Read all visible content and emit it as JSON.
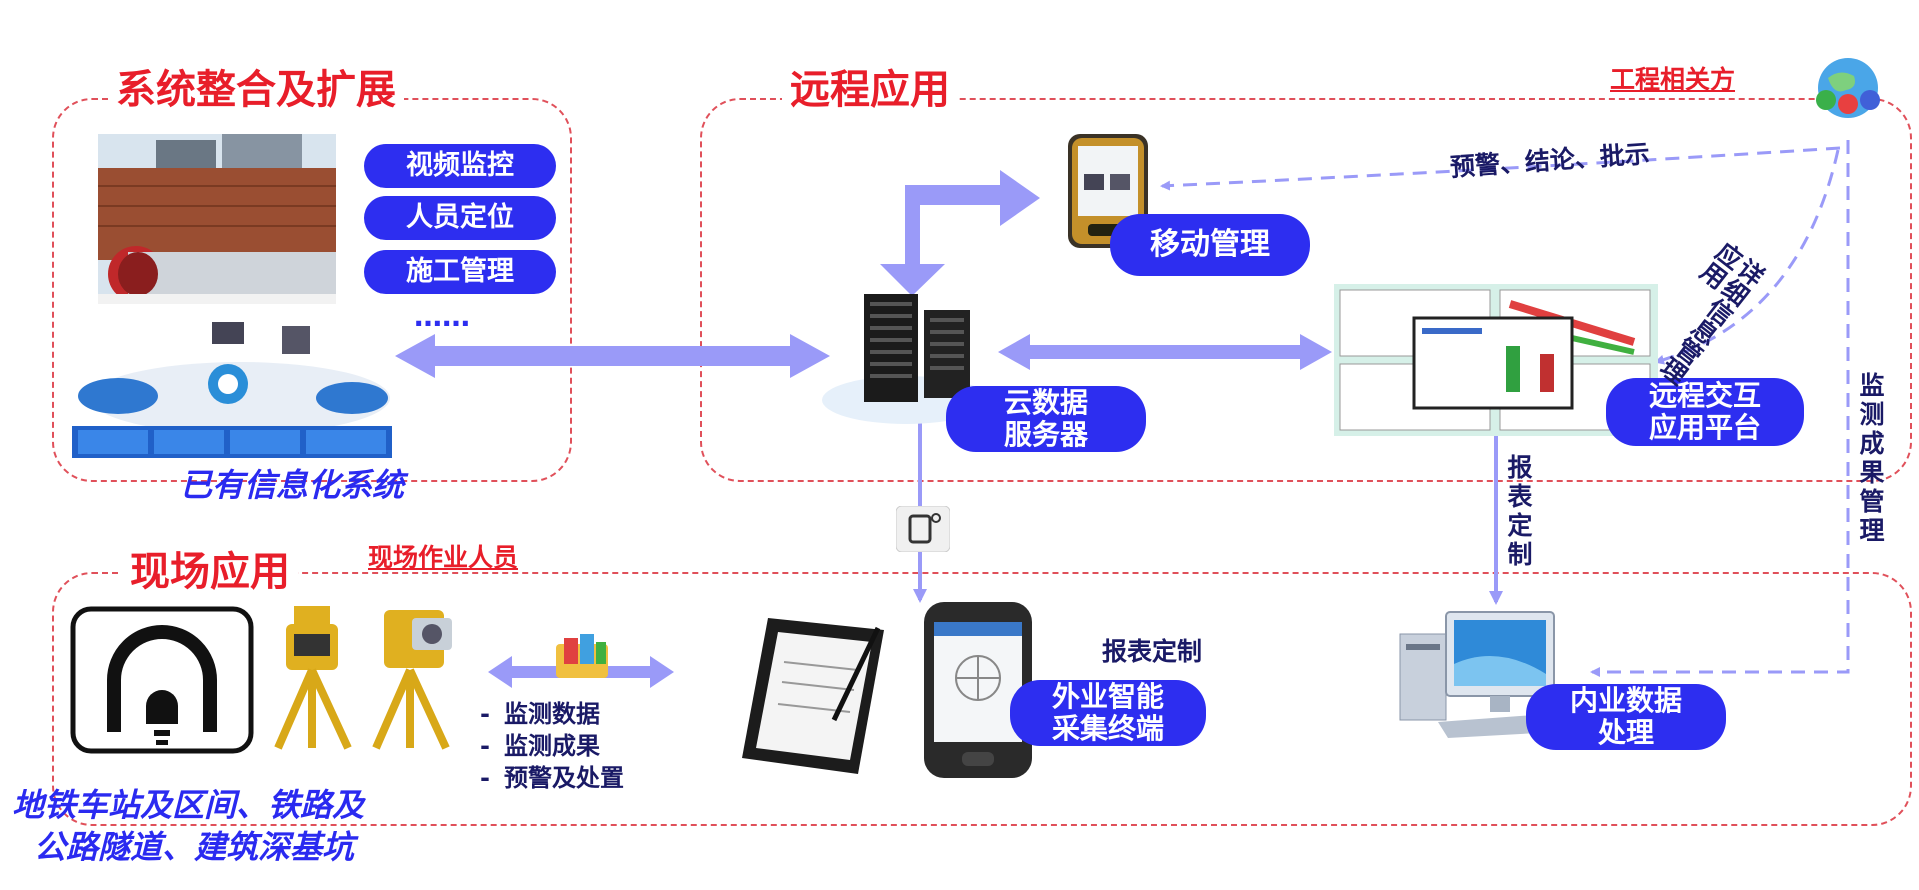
{
  "sections": {
    "integration": "系统整合及扩展",
    "remote": "远程应用",
    "field": "现场应用"
  },
  "labels": {
    "stakeholders": "工程相关方",
    "field_staff": "现场作业人员",
    "existing_systems": "已有信息化系统",
    "sites_line1": "地铁车站及区间、铁路及",
    "sites_line2": "公路隧道、建筑深基坑",
    "ellipsis": "……",
    "warning_flow": "预警、结论、批示",
    "detail_app": "详细信息管理应用",
    "report_custom_vertical": "报表定制",
    "report_custom": "报表定制",
    "monitor_result_mgmt": "监测成果管理"
  },
  "pills": {
    "video": "视频监控",
    "personnel": "人员定位",
    "construction": "施工管理",
    "mobile": "移动管理",
    "cloud_line1": "云数据",
    "cloud_line2": "服务器",
    "platform_line1": "远程交互",
    "platform_line2": "应用平台",
    "terminal_line1": "外业智能",
    "terminal_line2": "采集终端",
    "office_line1": "内业数据",
    "office_line2": "处理"
  },
  "data_items": [
    "监测数据",
    "监测成果",
    "预警及处置"
  ],
  "bullet": "-",
  "colors": {
    "accent_red": "#e81e2a",
    "pill_blue": "#2d2ef0",
    "arrow": "#9a9af8",
    "navy_text": "#1a1a66"
  }
}
